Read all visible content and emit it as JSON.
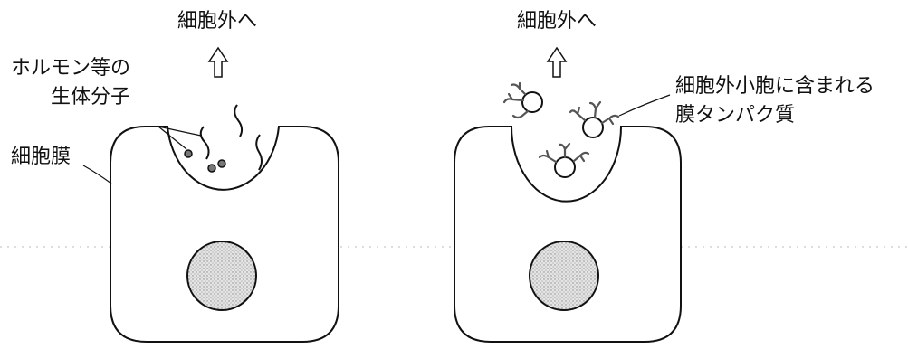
{
  "left_panel": {
    "title": "細胞外へ",
    "molecule_label_line1": "ホルモン等の",
    "molecule_label_line2": "生体分子",
    "membrane_label": "細胞膜"
  },
  "right_panel": {
    "title": "細胞外へ",
    "protein_label_line1": "細胞外小胞に含まれる",
    "protein_label_line2": "膜タンパク質"
  },
  "colors": {
    "outline": "#111111",
    "nucleus_fill": "#d6d6d6",
    "protein": "#555555",
    "molecule": "#777777"
  },
  "icons": [
    "up-arrow-icon",
    "up-arrow-icon"
  ]
}
